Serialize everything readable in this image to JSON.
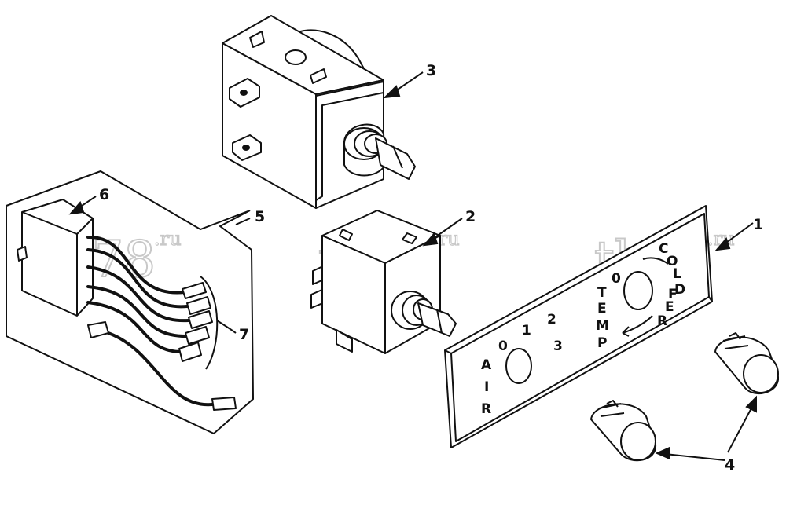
{
  "callouts": {
    "c1": "1",
    "c2": "2",
    "c3": "3",
    "c4": "4",
    "c5": "5",
    "c6": "6",
    "c7": "7"
  },
  "panel": {
    "air_letters": [
      "A",
      "I",
      "R"
    ],
    "fan_positions": [
      "0",
      "1",
      "2",
      "3"
    ],
    "temp_letters": [
      "T",
      "E",
      "M",
      "P"
    ],
    "cold_letters": [
      "C",
      "O",
      "L",
      "D"
    ],
    "ref_letters": [
      "R",
      "E",
      "F"
    ],
    "zero": "0"
  },
  "watermark": {
    "text": "tk78",
    "suffix": ".ru"
  },
  "colors": {
    "line": "#111111",
    "watermark": "#c8c8c8"
  }
}
